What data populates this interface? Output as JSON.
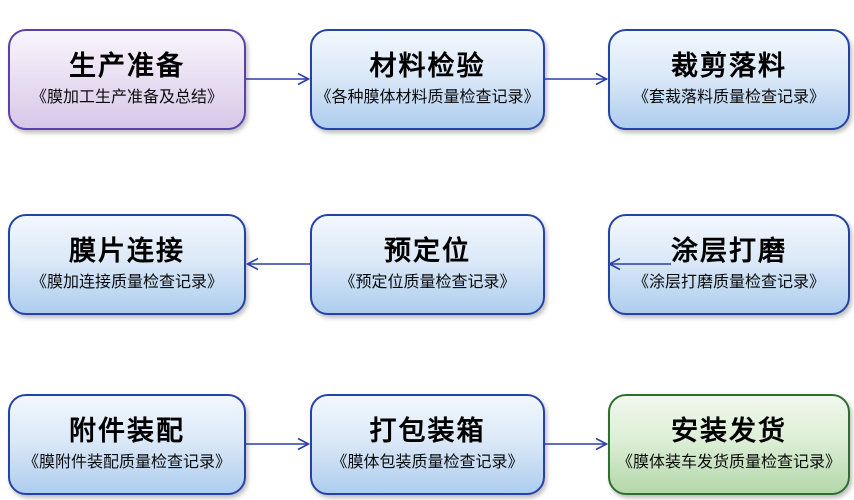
{
  "diagram": {
    "type": "flowchart",
    "background_color": "#ffffff",
    "arrow_color": "#2b3fa8",
    "node_styles": {
      "purple": {
        "border": "#5a41ae",
        "fill_top": "#f8f5fb",
        "fill_bottom": "#d7c7e8"
      },
      "blue": {
        "border": "#2443a5",
        "fill_top": "#f2f7fd",
        "fill_bottom": "#aecdee"
      },
      "green": {
        "border": "#2f6d30",
        "fill_top": "#f0f8ed",
        "fill_bottom": "#b3d7a9"
      }
    },
    "nodes": [
      {
        "row": 1,
        "col": 1,
        "variant": "purple",
        "title": "生产准备",
        "subtitle": "《膜加工生产准备及总结》"
      },
      {
        "row": 1,
        "col": 2,
        "variant": "blue",
        "title": "材料检验",
        "subtitle": "《各种膜体材料质量检查记录》"
      },
      {
        "row": 1,
        "col": 3,
        "variant": "blue",
        "title": "裁剪落料",
        "subtitle": "《套裁落料质量检查记录》"
      },
      {
        "row": 2,
        "col": 1,
        "variant": "blue",
        "title": "膜片连接",
        "subtitle": "《膜加连接质量检查记录》"
      },
      {
        "row": 2,
        "col": 2,
        "variant": "blue",
        "title": "预定位",
        "subtitle": "《预定位质量检查记录》"
      },
      {
        "row": 2,
        "col": 3,
        "variant": "blue",
        "title": "涂层打磨",
        "subtitle": "《涂层打磨质量检查记录》"
      },
      {
        "row": 3,
        "col": 1,
        "variant": "blue",
        "title": "附件装配",
        "subtitle": "《膜附件装配质量检查记录》"
      },
      {
        "row": 3,
        "col": 2,
        "variant": "blue",
        "title": "打包装箱",
        "subtitle": "《膜体包装质量检查记录》"
      },
      {
        "row": 3,
        "col": 3,
        "variant": "green",
        "title": "安装发货",
        "subtitle": "《膜体装车发货质量检查记录》"
      }
    ],
    "edges": [
      {
        "from": "生产准备",
        "to": "材料检验",
        "direction": "right"
      },
      {
        "from": "材料检验",
        "to": "裁剪落料",
        "direction": "right"
      },
      {
        "from": "涂层打磨",
        "to": "预定位",
        "direction": "left"
      },
      {
        "from": "预定位",
        "to": "膜片连接",
        "direction": "left"
      },
      {
        "from": "附件装配",
        "to": "打包装箱",
        "direction": "right"
      },
      {
        "from": "打包装箱",
        "to": "安装发货",
        "direction": "right"
      }
    ]
  }
}
